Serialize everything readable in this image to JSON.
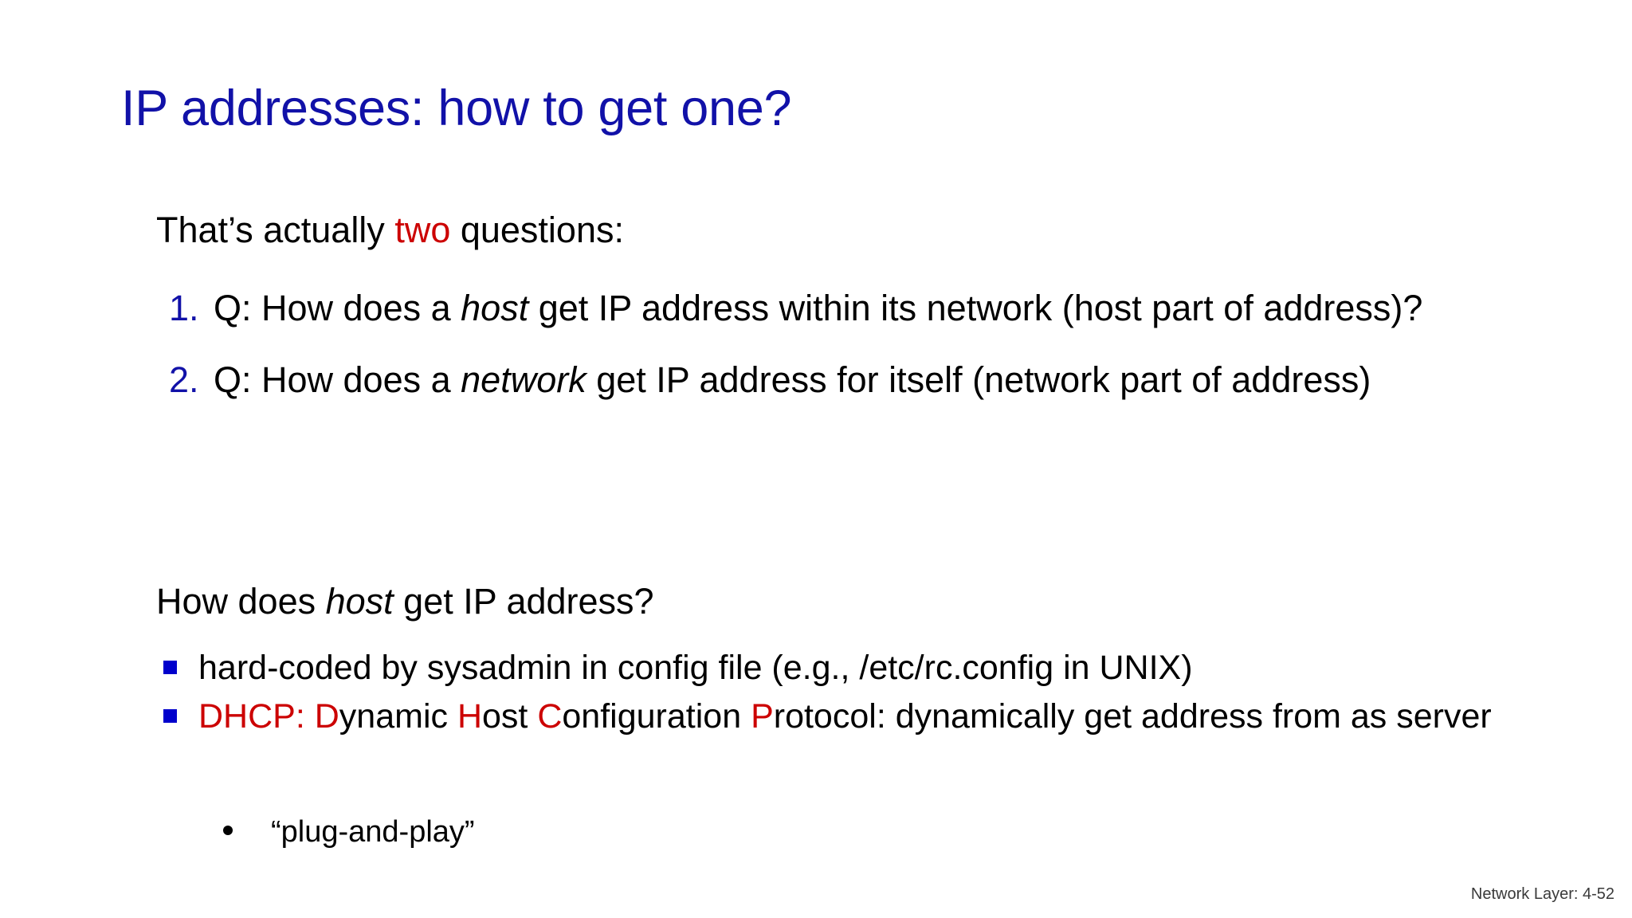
{
  "slide": {
    "title": "IP addresses: how to get one?",
    "title_color": "#1111A8",
    "background_color": "#FFFFFF",
    "accent_red": "#CC0000",
    "bullet_blue": "#0000CC"
  },
  "lead": {
    "part1": "That’s actually ",
    "highlight": "two",
    "part2": " questions:"
  },
  "questions": [
    {
      "marker": "1.",
      "pre": "Q: How does a ",
      "emphasis": "host",
      "post": " get IP address within its network (host part of address)?"
    },
    {
      "marker": "2.",
      "pre": "Q: How does a ",
      "emphasis": "network",
      "post": " get IP address for itself (network part of address)"
    }
  ],
  "section": {
    "pre": "How does ",
    "emphasis": "host",
    "post": " get IP address?"
  },
  "bullets": [
    {
      "icon": "square-bullet",
      "text": "hard-coded by sysadmin in config file (e.g., /etc/rc.config in UNIX)"
    },
    {
      "icon": "square-bullet",
      "dhcp_label": "DHCP: ",
      "d_cap": "D",
      "d_rest": "ynamic ",
      "h_cap": "H",
      "h_rest": "ost ",
      "c_cap": "C",
      "c_rest": "onfiguration ",
      "p_cap": "P",
      "p_rest": "rotocol: dynamically get address from as server"
    }
  ],
  "sub_bullets": [
    {
      "icon": "round-bullet",
      "text": "“plug-and-play”"
    }
  ],
  "footer": {
    "text": "Network Layer: 4-52"
  }
}
